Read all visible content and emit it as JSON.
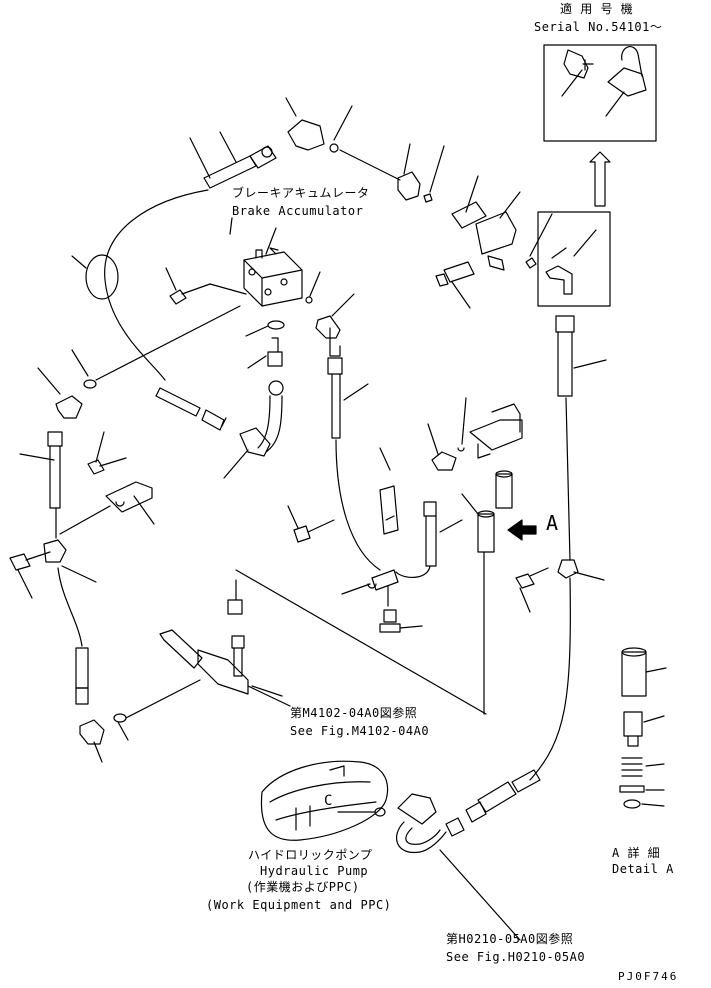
{
  "serial": {
    "title_jp": "適 用 号 機",
    "number": "Serial No.54101～"
  },
  "brake_accumulator": {
    "jp": "ブレーキアキュムレータ",
    "en": "Brake Accumulator"
  },
  "ref_m4102": {
    "jp": "第M4102-04A0図参照",
    "en": "See Fig.M4102-04A0"
  },
  "hydraulic_pump": {
    "jp": "ハイドロリックポンプ",
    "en": "Hydraulic Pump",
    "jp_sub": "(作業機およびPPC)",
    "en_sub": "(Work Equipment and PPC)",
    "mark": "C"
  },
  "ref_h0210": {
    "jp": "第H0210-05A0図参照",
    "en": "See Fig.H0210-05A0"
  },
  "view_letter": "A",
  "detail": {
    "jp": "A 詳 細",
    "en": "Detail A"
  },
  "drawing_code": "PJ0F746",
  "colors": {
    "ink": "#000000",
    "paper": "#ffffff"
  }
}
